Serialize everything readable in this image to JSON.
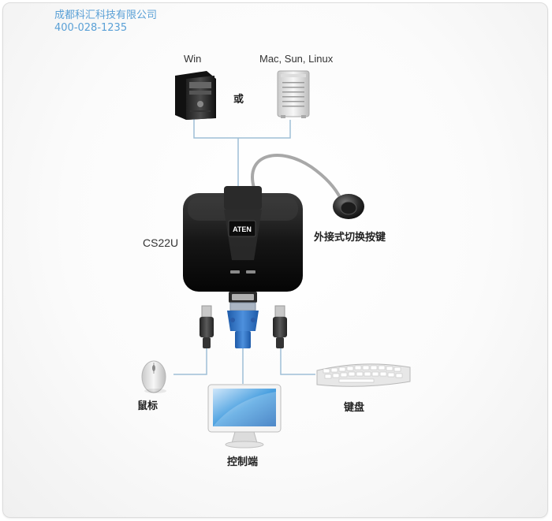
{
  "company": {
    "name": "成都科汇科技有限公司",
    "phone": "400-028-1235"
  },
  "computers": {
    "win_label": "Win",
    "or_label": "或",
    "mac_label": "Mac, Sun, Linux"
  },
  "kvm": {
    "model_label": "CS22U",
    "brand_logo": "ATEN",
    "remote_switch_label": "外接式切换按键"
  },
  "console": {
    "mouse_label": "鼠标",
    "keyboard_label": "键盘",
    "monitor_label": "控制端"
  },
  "icons": [
    "win-pc-tower-icon",
    "mac-pro-tower-icon",
    "kvm-switch-icon",
    "remote-button-icon",
    "usb-plug-icon",
    "vga-connector-icon",
    "mouse-icon",
    "keyboard-icon",
    "monitor-icon"
  ],
  "colors": {
    "company_text": "#5aa0d6",
    "connector_line": "#9fbfd6",
    "vga_blue": "#2f6fc0",
    "kvm_body": "#1a1a1a"
  }
}
